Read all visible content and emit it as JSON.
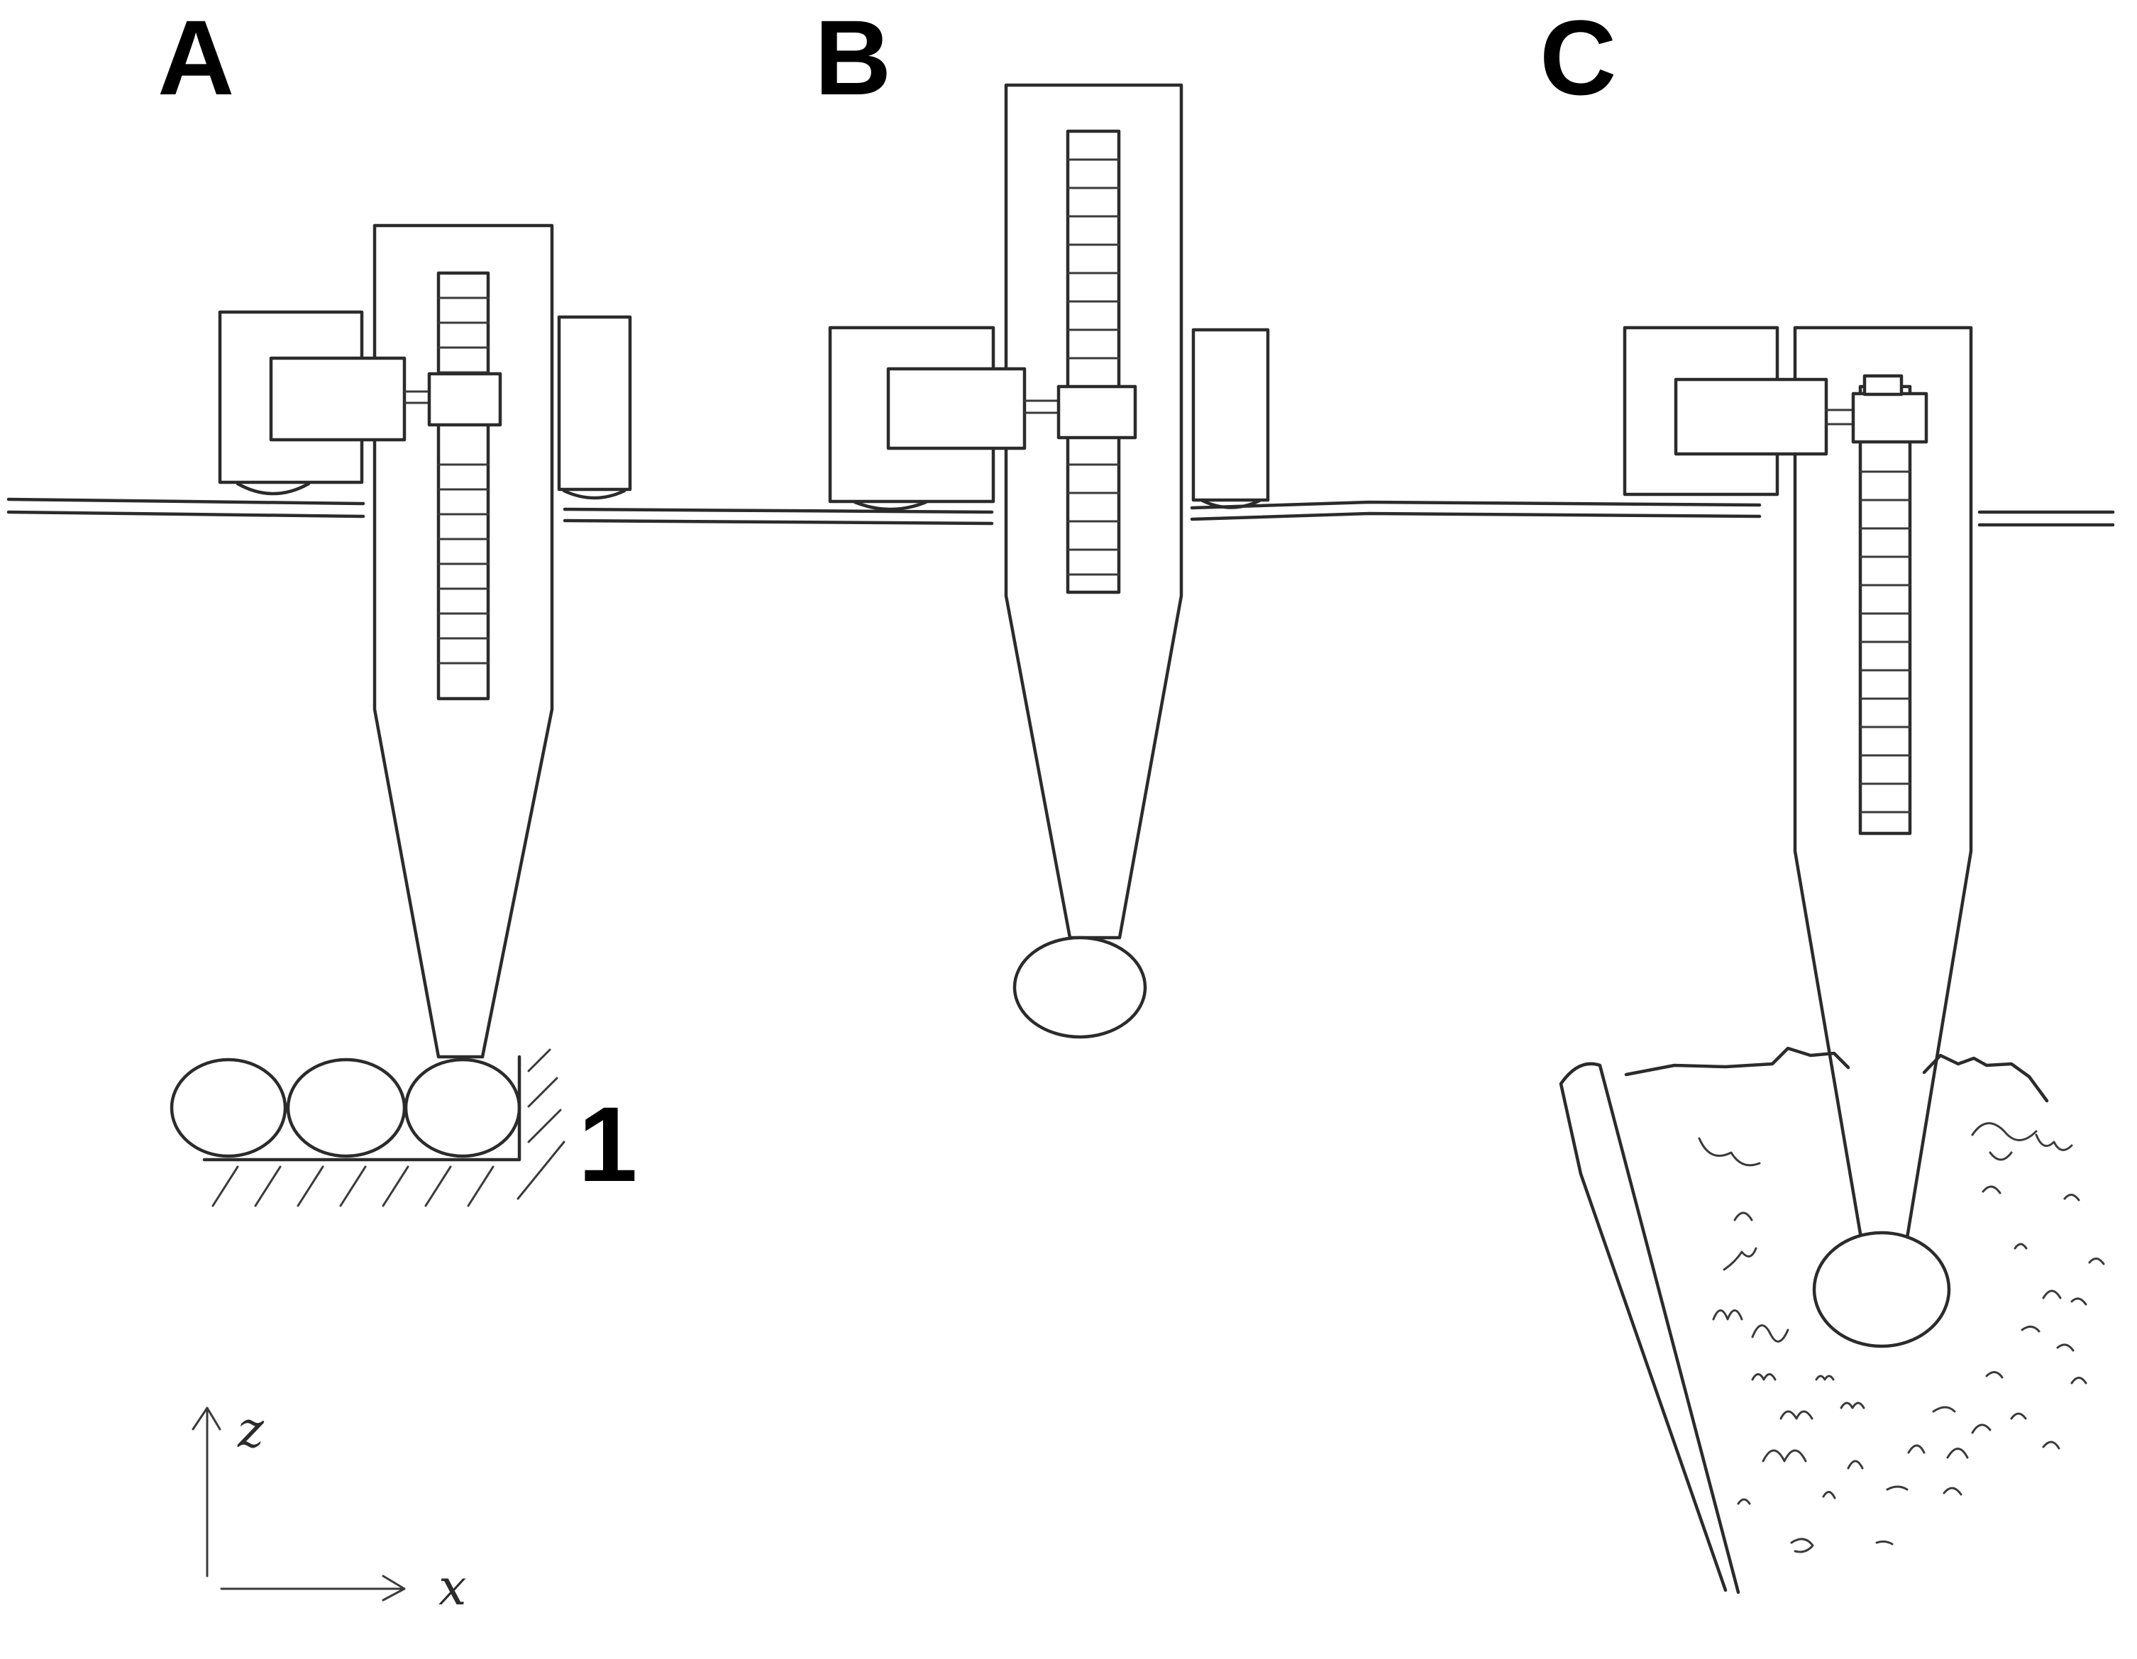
{
  "panels": [
    {
      "id": "A",
      "label": "A"
    },
    {
      "id": "B",
      "label": "B"
    },
    {
      "id": "C",
      "label": "C"
    }
  ],
  "reference_numerals": {
    "stop_wall": "1"
  },
  "axes": {
    "vertical": "z",
    "horizontal": "x"
  },
  "colors": {
    "ink": "#2b2b2b",
    "paper": "#ffffff",
    "label": "#000000"
  }
}
